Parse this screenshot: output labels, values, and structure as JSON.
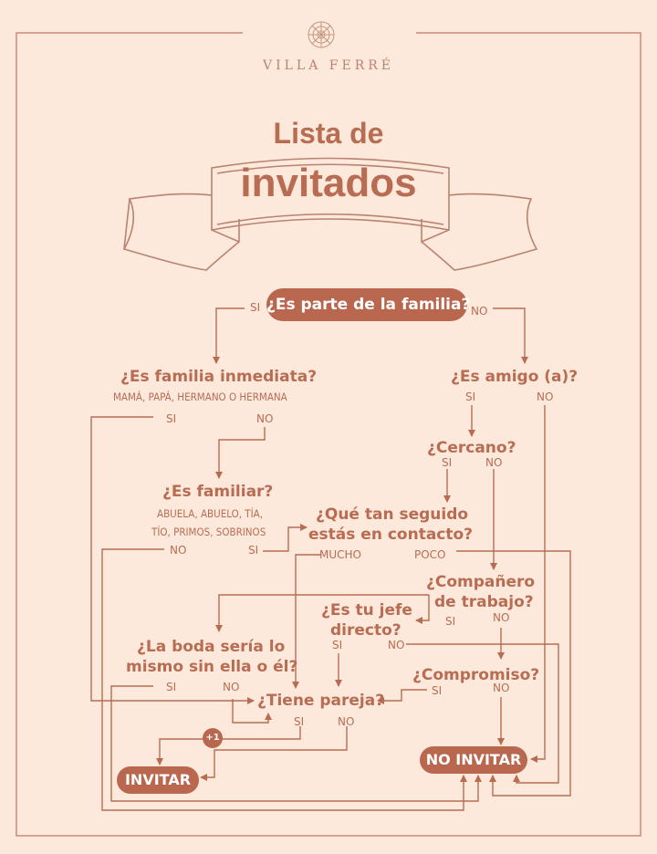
{
  "brand": {
    "name": "VILLA FERRÉ",
    "logo_icon": "flower-mandala-icon"
  },
  "title": {
    "line1": "Lista de",
    "line2": "invitados"
  },
  "colors": {
    "background": "#fce9dc",
    "accent": "#b86c52",
    "pill": "#b9674e"
  },
  "nodes": {
    "q_familia": "¿Es parte de la familia?",
    "q_inmediata": "¿Es familia inmediata?",
    "q_inmediata_sub": "MAMÁ, PAPÁ, HERMANO O HERMANA",
    "q_amigo": "¿Es amigo (a)?",
    "q_cercano": "¿Cercano?",
    "q_familiar": "¿Es familiar?",
    "q_familiar_sub1": "ABUELA, ABUELO, TÍA,",
    "q_familiar_sub2": "TÍO, PRIMOS, SOBRINOS",
    "q_contacto1": "¿Qué tan seguido",
    "q_contacto2": "estás en contacto?",
    "q_companero1": "¿Compañero",
    "q_companero2": "de trabajo?",
    "q_jefe1": "¿Es tu jefe",
    "q_jefe2": "directo?",
    "q_boda1": "¿La boda sería lo",
    "q_boda2": "mismo sin ella o él?",
    "q_compromiso": "¿Compromiso?",
    "q_pareja": "¿Tiene pareja?",
    "no_invitar": "NO INVITAR",
    "invitar": "INVITAR",
    "plus_one": "+1"
  },
  "labels": {
    "si": "SI",
    "no": "NO",
    "mucho": "MUCHO",
    "poco": "POCO"
  }
}
